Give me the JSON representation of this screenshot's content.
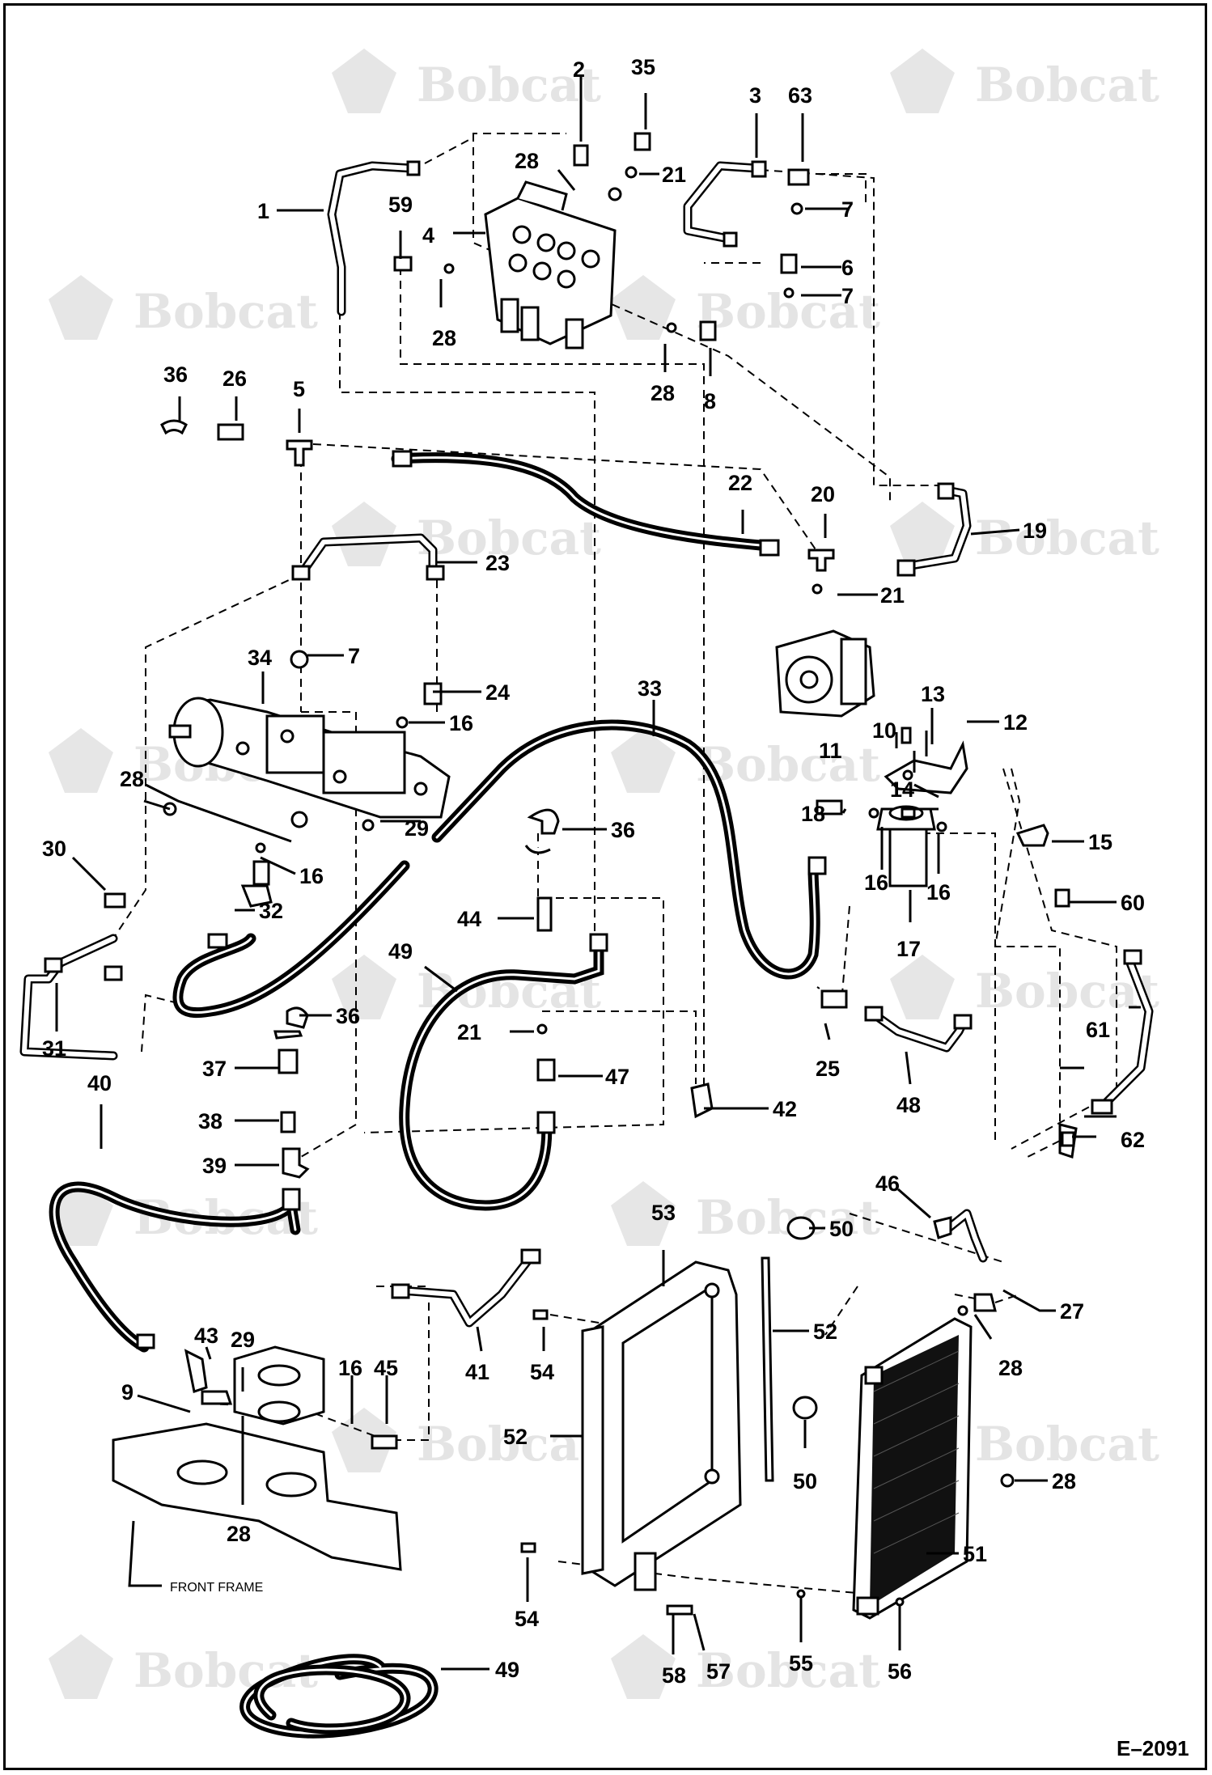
{
  "watermark": {
    "text": "Bobcat"
  },
  "labels": {
    "l1": "1",
    "l2": "2",
    "l3": "3",
    "l4": "4",
    "l5": "5",
    "l6": "6",
    "l7a": "7",
    "l7b": "7",
    "l7c": "7",
    "l8": "8",
    "l9": "9",
    "l10": "10",
    "l11": "11",
    "l12": "12",
    "l13": "13",
    "l14": "14",
    "l15": "15",
    "l16a": "16",
    "l16b": "16",
    "l16c": "16",
    "l16d": "16",
    "l16e": "16",
    "l17": "17",
    "l18": "18",
    "l19": "19",
    "l20": "20",
    "l21a": "21",
    "l21b": "21",
    "l21c": "21",
    "l22": "22",
    "l23": "23",
    "l24": "24",
    "l25": "25",
    "l26": "26",
    "l27": "27",
    "l28a": "28",
    "l28b": "28",
    "l28c": "28",
    "l28d": "28",
    "l28e": "28",
    "l28f": "28",
    "l28g": "28",
    "l29a": "29",
    "l29b": "29",
    "l30": "30",
    "l31": "31",
    "l32": "32",
    "l33": "33",
    "l34": "34",
    "l35": "35",
    "l36a": "36",
    "l36b": "36",
    "l36c": "36",
    "l37": "37",
    "l38": "38",
    "l39": "39",
    "l40": "40",
    "l41": "41",
    "l42": "42",
    "l43": "43",
    "l44": "44",
    "l45": "45",
    "l46": "46",
    "l47": "47",
    "l48": "48",
    "l49a": "49",
    "l49b": "49",
    "l50a": "50",
    "l50b": "50",
    "l51": "51",
    "l52a": "52",
    "l52b": "52",
    "l53": "53",
    "l54a": "54",
    "l54b": "54",
    "l55": "55",
    "l56": "56",
    "l57": "57",
    "l58": "58",
    "l59": "59",
    "l60": "60",
    "l61": "61",
    "l62": "62",
    "l63": "63"
  },
  "front_frame_label": "FRONT FRAME",
  "figure_code": "E–2091"
}
